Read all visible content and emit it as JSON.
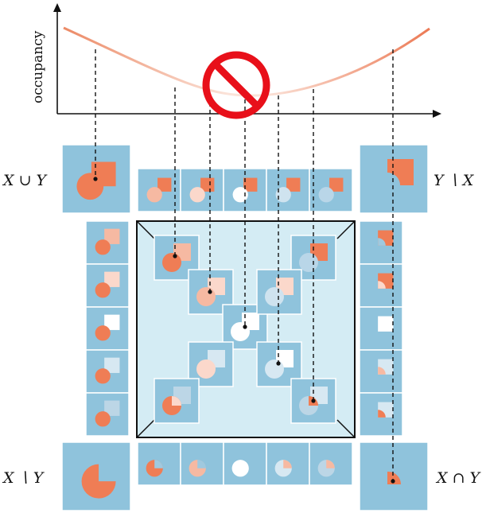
{
  "axis": {
    "ylabel": "occupancy"
  },
  "labels": {
    "union": "X ∪ Y",
    "y_minus_x": "Y ∖ X",
    "x_minus_y": "X ∖ Y",
    "intersection": "X ∩ Y"
  },
  "colors": {
    "tile": "#8fc3dc",
    "tile_light": "#d4ecf4",
    "tile_border": "#ffffff",
    "shape": "#ef7d55",
    "shape_light": "#f6b9a2",
    "shape_pale": "#fbd8cb",
    "curve": "#ec8a66",
    "forbidden": "#e8101a"
  },
  "icons": {
    "forbidden": "no-sign-icon"
  }
}
